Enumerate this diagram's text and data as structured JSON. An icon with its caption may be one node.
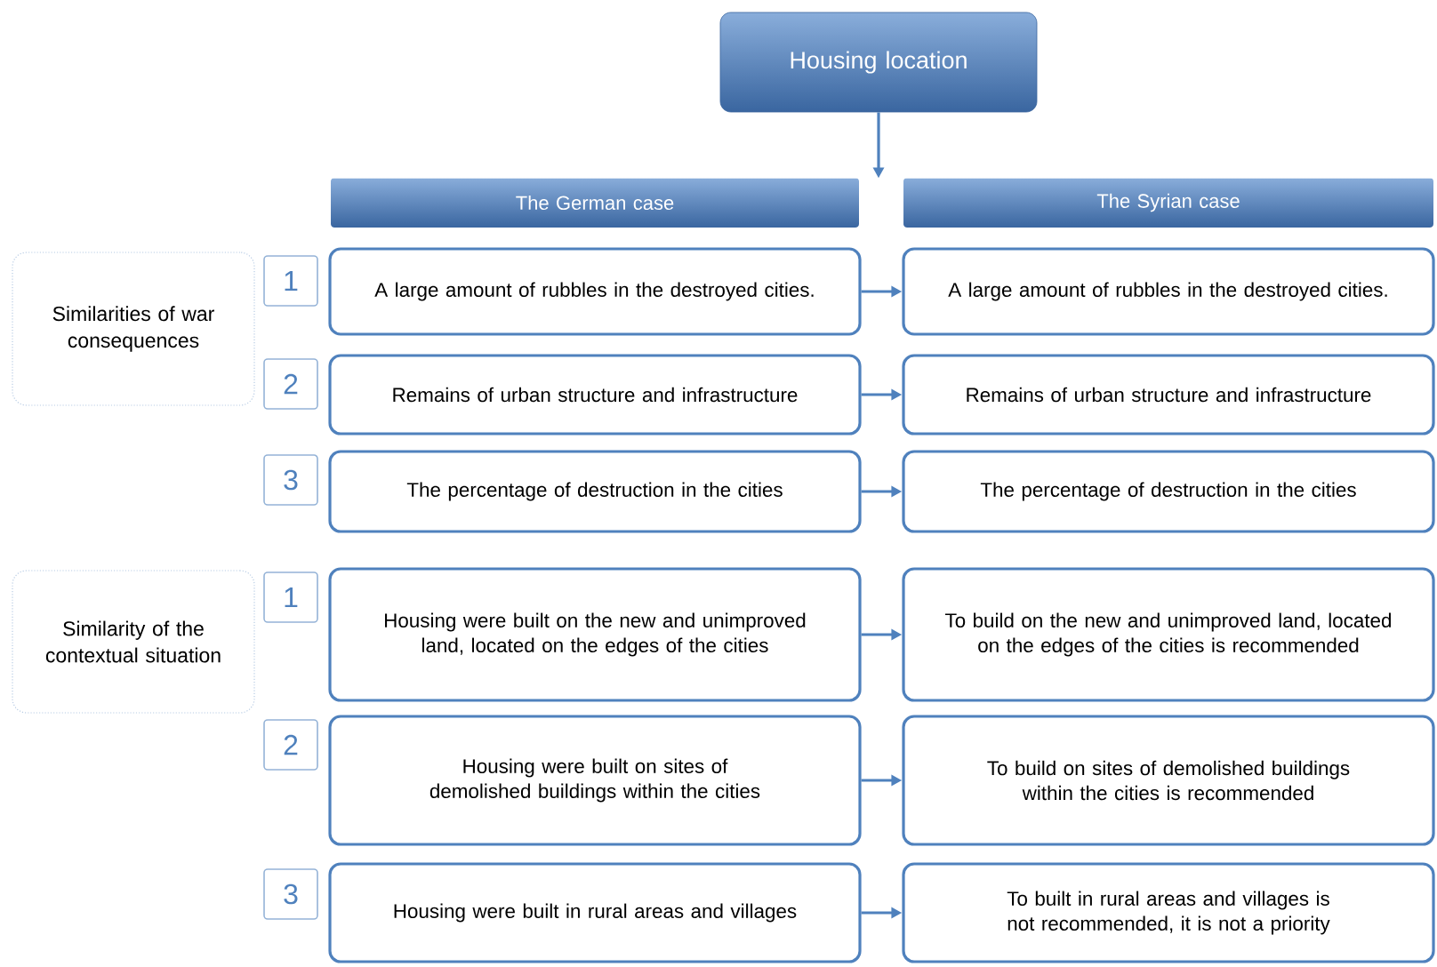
{
  "diagram": {
    "nodes": [
      {
        "text": [
          "Housing location"
        ]
      },
      {
        "text": [
          "The German case"
        ]
      },
      {
        "text": [
          "The Syrian case"
        ]
      },
      {
        "text": [
          "Similarities of war consequences"
        ]
      },
      {
        "text": [
          "1"
        ]
      },
      {
        "text": [
          "A large amount of rubbles in the destroyed cities."
        ]
      },
      {
        "text": [
          "A large amount of rubbles in the destroyed cities."
        ]
      },
      {
        "text": [
          "2"
        ]
      },
      {
        "text": [
          "Remains of urban structure and infrastructure"
        ]
      },
      {
        "text": [
          "Remains of urban structure and infrastructure"
        ]
      },
      {
        "text": [
          "3"
        ]
      },
      {
        "text": [
          "The percentage of destruction in the cities"
        ]
      },
      {
        "text": [
          "The percentage of destruction in the cities"
        ]
      },
      {
        "text": [
          "Similarity of the contextual situation"
        ]
      },
      {
        "text": [
          "1"
        ]
      },
      {
        "text": [
          "Housing were built on the new and unimproved land, located on the edges of the cities"
        ]
      },
      {
        "text": [
          "To build on the new and unimproved land, located on the edges of the cities is recommended"
        ]
      },
      {
        "text": [
          "2"
        ]
      },
      {
        "text": [
          "Housing were built on sites of demolished buildings within the cities"
        ]
      },
      {
        "text": [
          "To build on sites of demolished buildings within the cities is recommended"
        ]
      },
      {
        "text": [
          "3"
        ]
      },
      {
        "text": [
          "Housing were built in rural areas and villages"
        ]
      },
      {
        "text": [
          "To built in rural areas and villages is not recommended, it is not a priority"
        ]
      }
    ],
    "edges": [
      {
        "from": 0,
        "to": null,
        "arrow": "to"
      },
      {
        "from": 5,
        "to": 6,
        "arrow": "to"
      },
      {
        "from": 8,
        "to": 9,
        "arrow": "to"
      },
      {
        "from": 11,
        "to": 12,
        "arrow": "to"
      },
      {
        "from": 15,
        "to": 16,
        "arrow": "to"
      },
      {
        "from": 18,
        "to": 19,
        "arrow": "to"
      },
      {
        "from": 21,
        "to": 22,
        "arrow": "to"
      }
    ]
  }
}
